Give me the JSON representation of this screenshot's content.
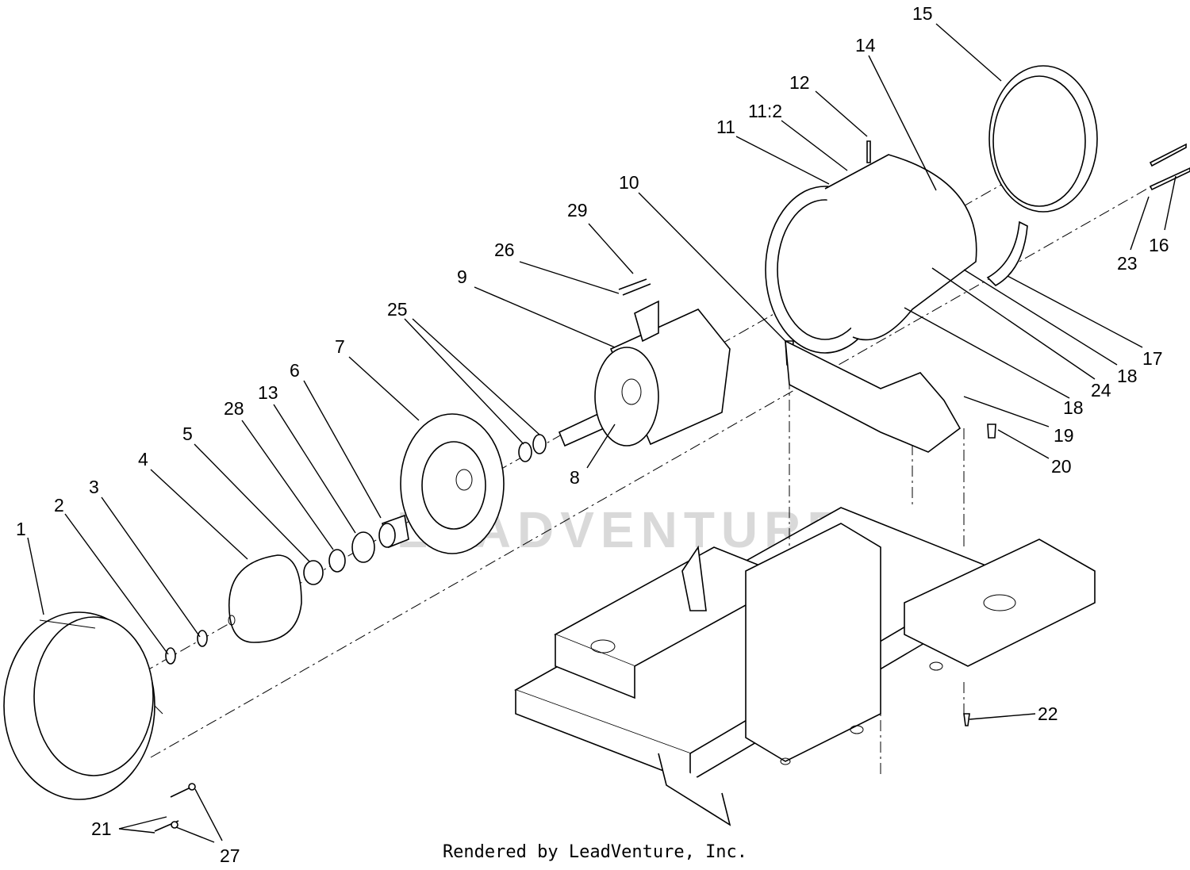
{
  "diagram": {
    "callouts": [
      "1",
      "2",
      "3",
      "4",
      "5",
      "28",
      "13",
      "6",
      "7",
      "25",
      "8",
      "9",
      "26",
      "29",
      "10",
      "11",
      "11:2",
      "12",
      "14",
      "15",
      "16",
      "23",
      "17",
      "18",
      "24",
      "18",
      "19",
      "20",
      "21",
      "27",
      "22"
    ],
    "watermark": "LEADVENTURE",
    "footer": "Rendered by LeadVenture, Inc."
  }
}
